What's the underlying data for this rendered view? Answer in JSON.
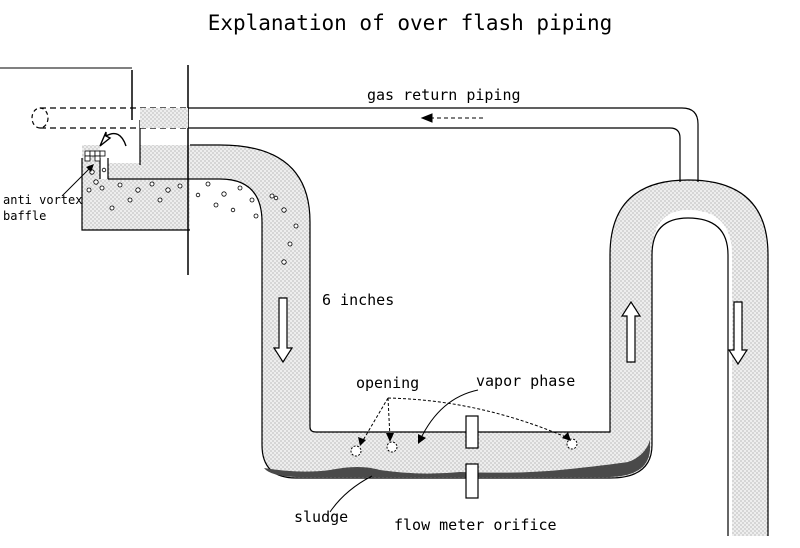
{
  "title": "Explanation of over flash piping",
  "labels": {
    "gas_return": "gas return piping",
    "anti_vortex_line1": "anti vortex",
    "anti_vortex_line2": "baffle",
    "six_inches": "6 inches",
    "opening": "opening",
    "vapor_phase": "vapor phase",
    "sludge": "sludge",
    "orifice": "flow meter orifice"
  },
  "colors": {
    "fill": "#e6e6e6",
    "stipple": "#8a8a8a",
    "sludge": "#4a4a4a",
    "line": "#000000"
  }
}
